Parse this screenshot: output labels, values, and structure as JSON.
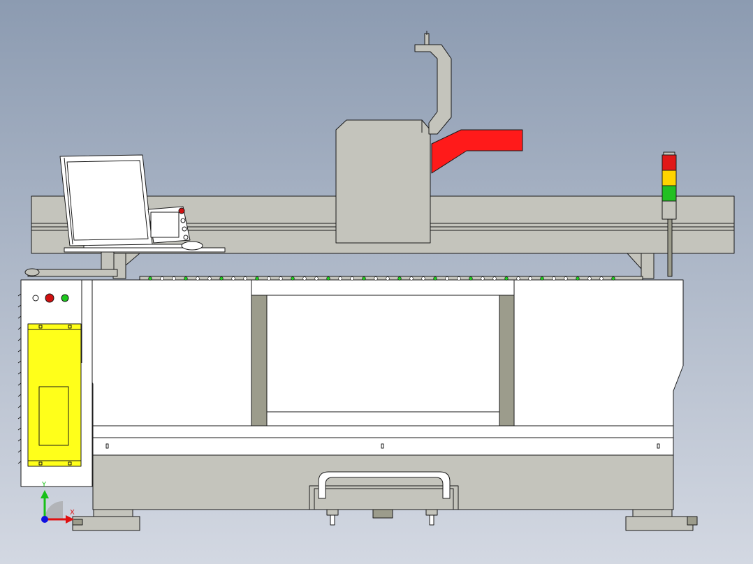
{
  "viewport": {
    "background_top": "#8c9bb1",
    "background_bottom": "#d3d8e2"
  },
  "colors": {
    "machine_white": "#ffffff",
    "machine_gray": "#c4c4bc",
    "frame_dark": "#9c9c8c",
    "outline": "#1a1a1a",
    "red_arm": "#ff1a1a",
    "safety_yellow": "#ffff1a",
    "light_red": "#e01818",
    "light_yellow": "#ffd400",
    "light_green": "#22c022",
    "button_green": "#1ec81e",
    "button_red": "#d01010"
  },
  "components": {
    "gantry_head": "print-head",
    "robot_arm": "red-arm",
    "stack_light": [
      "red",
      "yellow",
      "green"
    ],
    "monitor": "display",
    "control_panel": "touch-panel",
    "side_door": "yellow-door",
    "front_window": "viewing-window",
    "handle": "drawer-handle"
  },
  "axes": {
    "y_label": "Y",
    "x_label": "X",
    "y_color": "#18c018",
    "x_color": "#e01010",
    "origin_color": "#1010e0"
  }
}
